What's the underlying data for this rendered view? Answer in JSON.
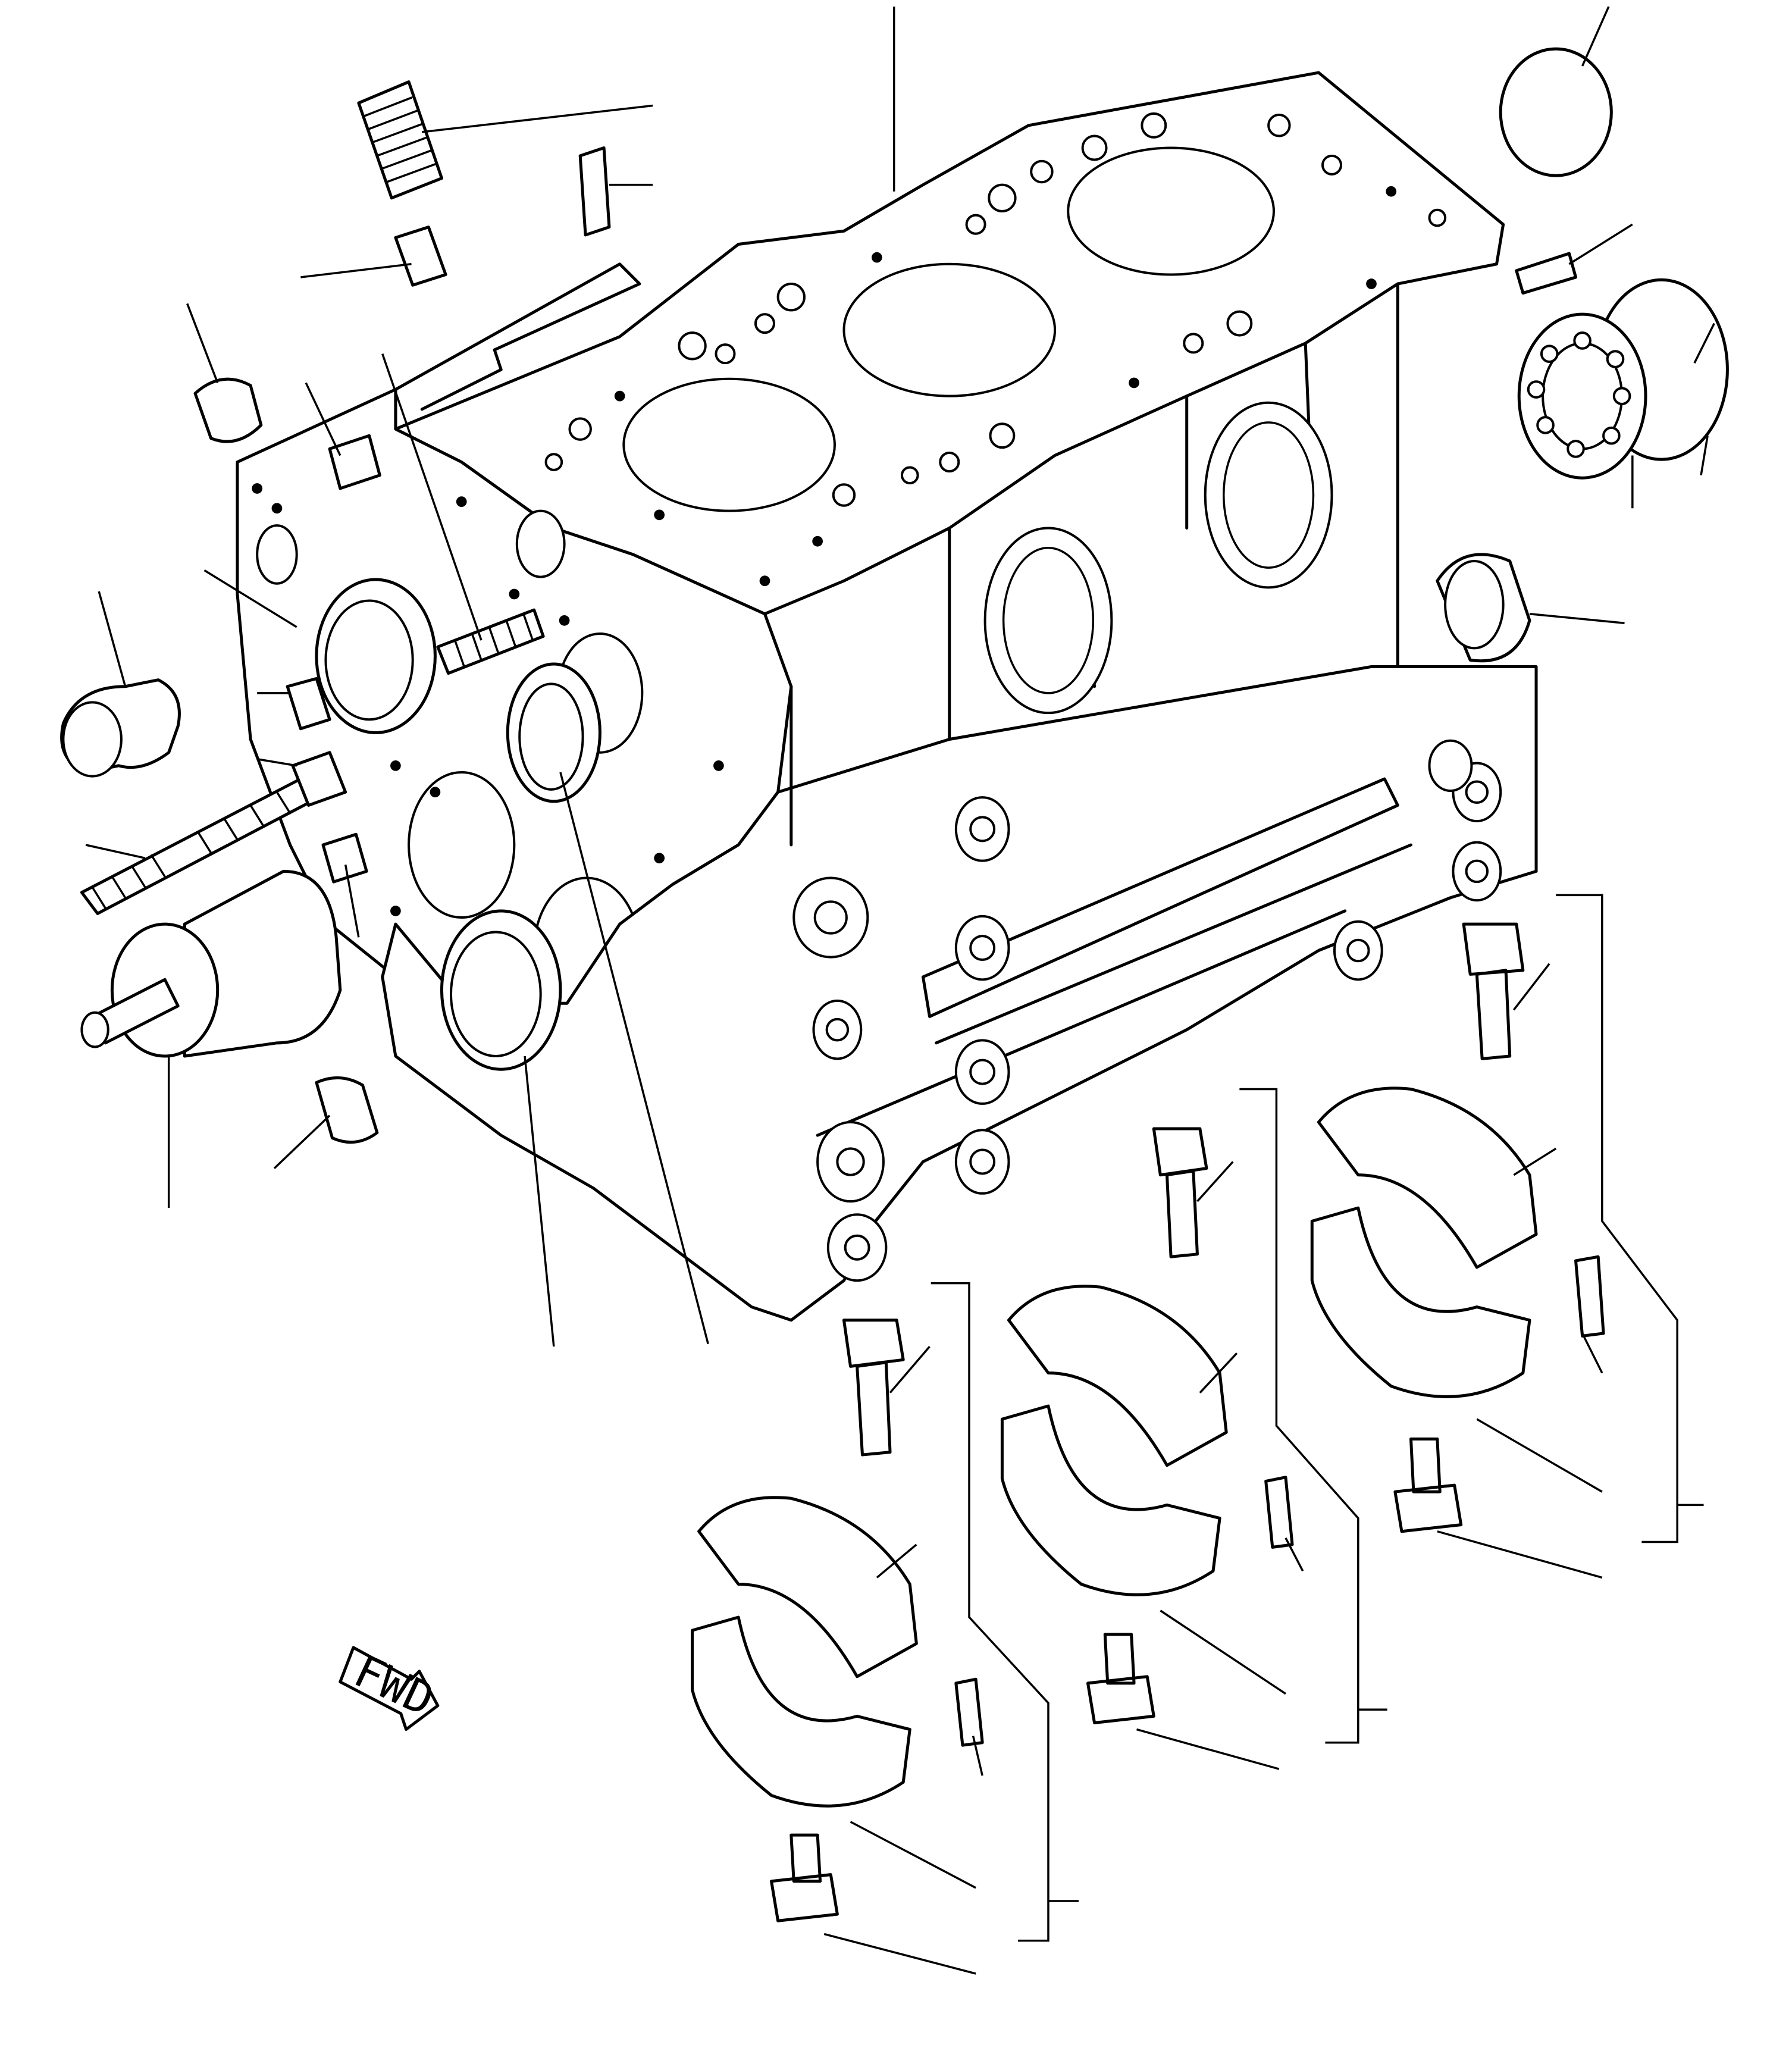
{
  "fwd_label": "FWD",
  "line_color": "#000000",
  "background_color": "#ffffff",
  "icons": [
    "cylinder-block",
    "main-bearing-cap",
    "cap-bolt",
    "dowel-pin",
    "stud",
    "plug",
    "bushing",
    "ball-bearing",
    "forward-arrow-icon"
  ]
}
